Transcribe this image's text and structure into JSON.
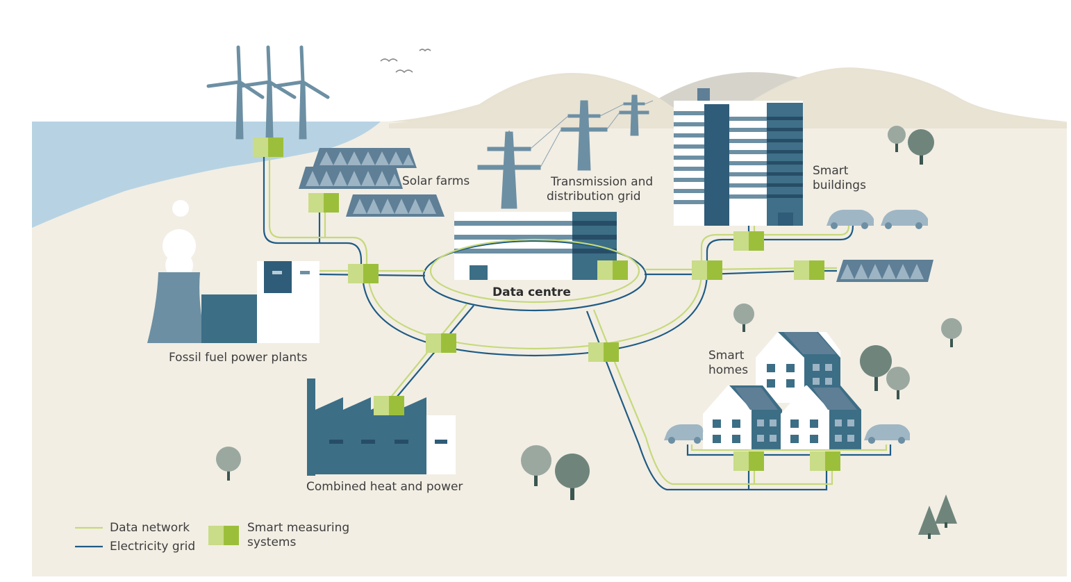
{
  "labels": {
    "solar_farms": "Solar farms",
    "transmission_line1": "Transmission and",
    "transmission_line2": "distribution grid",
    "smart_buildings_line1": "Smart",
    "smart_buildings_line2": "buildings",
    "data_centre": "Data centre",
    "fossil_fuel": "Fossil fuel power plants",
    "smart_homes_line1": "Smart",
    "smart_homes_line2": "homes",
    "combined_heat": "Combined heat and power"
  },
  "legend": {
    "data_network": "Data network",
    "electricity_grid": "Electricity grid",
    "smart_measuring_line1": "Smart measuring",
    "smart_measuring_line2": "systems"
  },
  "colors": {
    "background": "#f2eee4",
    "hills": "#e8e2d3",
    "hill_grey": "#d6d3cb",
    "water": "#b7d3e3",
    "electricity_line": "#1f5b84",
    "data_line": "#c6d97a",
    "meter_light": "#c9dc87",
    "meter_dark": "#9cbf3b",
    "steel_blue": "#6c8fa3",
    "dark_teal": "#3c6e86",
    "tree_grey": "#9aa8a0"
  }
}
